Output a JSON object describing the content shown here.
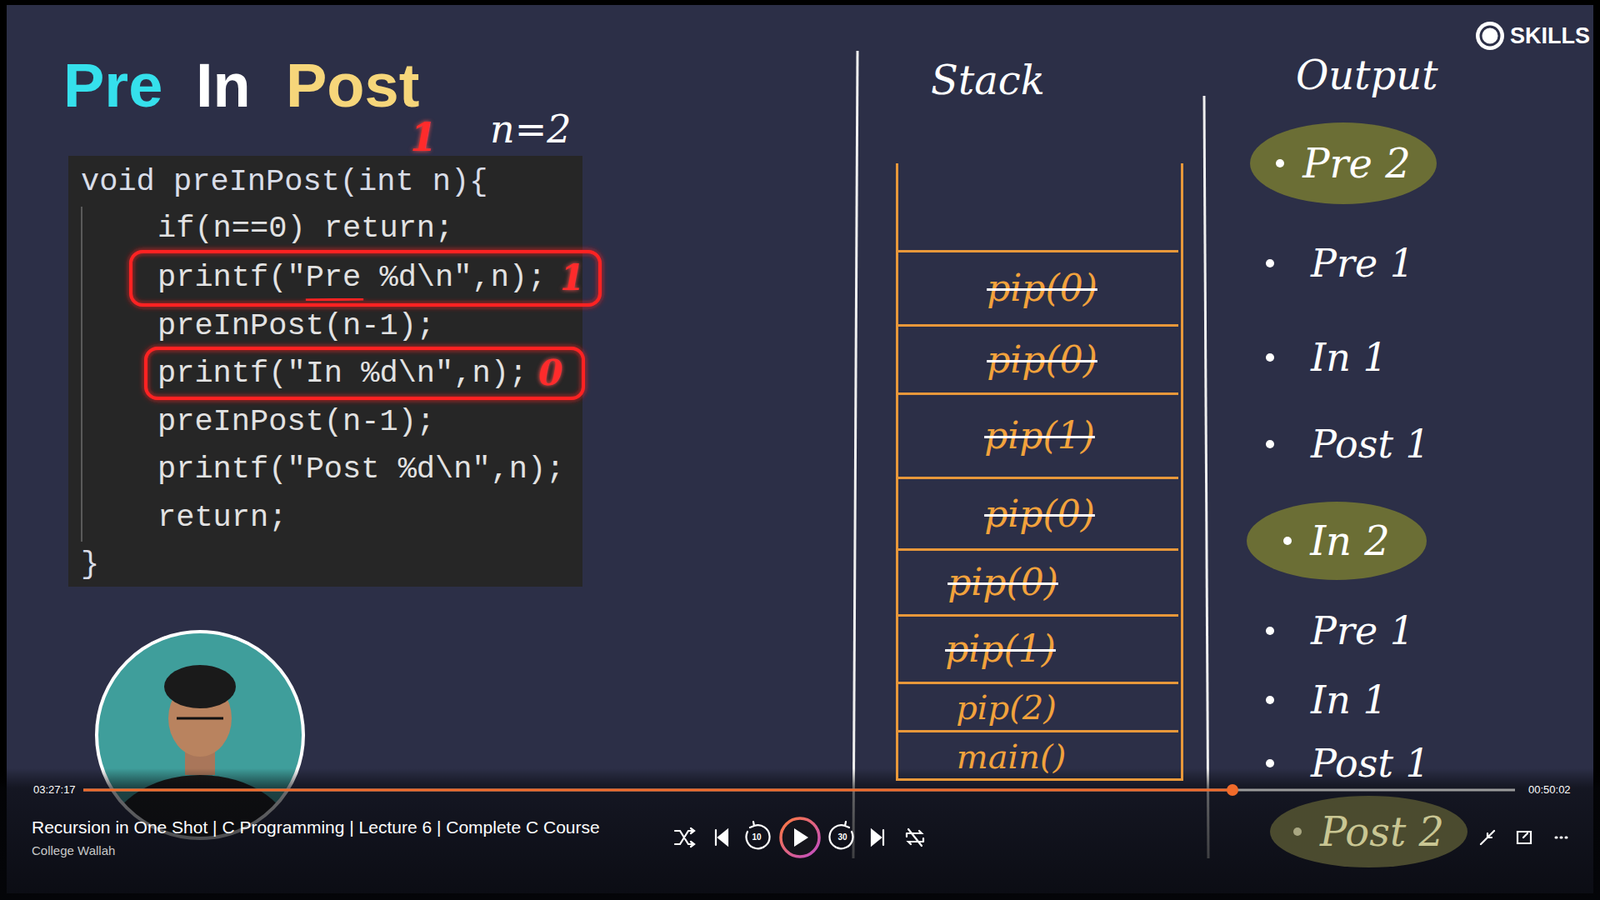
{
  "diagram": {
    "nodes": [
      {
        "text": [
          "void preInPost(int n){",
          "if(n==0) return;",
          "printf(\"Pre %d\\n\",n);",
          "preInPost(n-1);",
          "printf(\"In %d\\n\",n);",
          "preInPost(n-1);",
          "printf(\"Post %d\\n\",n);",
          "return;",
          "}"
        ]
      },
      {
        "text": [
          "Stack"
        ]
      },
      {
        "text": [
          "pip(0)"
        ],
        "in": 1
      },
      {
        "text": [
          "pip(0)"
        ],
        "in": 1
      },
      {
        "text": [
          "pip(1)"
        ],
        "in": 1
      },
      {
        "text": [
          "pip(0)"
        ],
        "in": 1
      },
      {
        "text": [
          "pip(0)"
        ],
        "in": 1
      },
      {
        "text": [
          "pip(1)"
        ],
        "in": 1
      },
      {
        "text": [
          "pip(2)"
        ],
        "in": 1
      },
      {
        "text": [
          "main()"
        ],
        "in": 1
      },
      {
        "text": [
          "Pre 2"
        ]
      },
      {
        "text": [
          "In 2"
        ]
      },
      {
        "text": [
          "Post 2"
        ]
      }
    ],
    "labels": [
      "Pre",
      "In",
      "Post",
      "n=2",
      "1",
      "1",
      "0",
      "Output",
      "Pre 1",
      "In 1",
      "Post 1",
      "Pre 1",
      "In 1",
      "Post 1",
      "SKILLS",
      "03:27:17",
      "00:50:02",
      "Recursion in One Shot | C Programming | Lecture 6 | Complete C Course",
      "College Wallah",
      "10",
      "30"
    ]
  }
}
